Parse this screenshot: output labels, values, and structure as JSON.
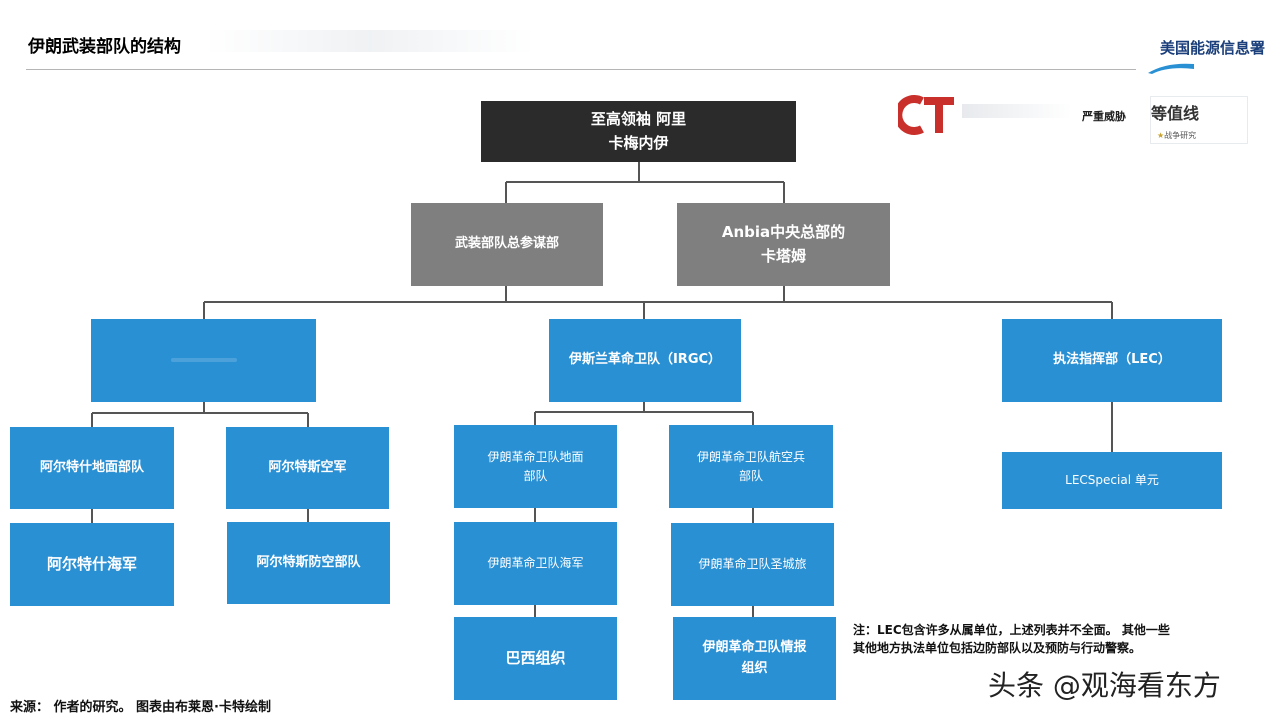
{
  "header": {
    "title": "伊朗武装部队的结构"
  },
  "logos": {
    "eia_name": "美国能源信息署",
    "ct_text": "CT",
    "threat_label": "严重威胁",
    "isoline_label": "等值线",
    "war_study": "战争研究"
  },
  "org_chart": {
    "leader": {
      "line1": "至高领袖 阿里",
      "line2": "卡梅内伊"
    },
    "general_staff": "武装部队总参谋部",
    "anbia": {
      "line1": "Anbia中央总部的",
      "line2": "卡塔姆"
    },
    "artesh": "",
    "artesh_ground": "阿尔特什地面部队",
    "artesh_air": "阿尔特斯空军",
    "artesh_navy": "阿尔特什海军",
    "artesh_air_defense": "阿尔特斯防空部队",
    "irgc": "伊斯兰革命卫队（IRGC）",
    "irgc_ground": {
      "line1": "伊朗革命卫队地面",
      "line2": "部队"
    },
    "irgc_aerospace": {
      "line1": "伊朗革命卫队航空兵",
      "line2": "部队"
    },
    "irgc_navy": "伊朗革命卫队海军",
    "irgc_quds": "伊朗革命卫队圣城旅",
    "basij": "巴西组织",
    "irgc_intel": {
      "line1": "伊朗革命卫队情报",
      "line2": "组织"
    },
    "lec": "执法指挥部（LEC）",
    "lec_special": "LECSpecial 单元"
  },
  "colors": {
    "leader_box": "#2b2b2b",
    "staff_box": "#7f7f7f",
    "unit_box": "#2a90d4",
    "connector": "#555555"
  },
  "note": {
    "line1": "注：LEC包含许多从属单位，上述列表并不全面。 其他一些",
    "line2": "其他地方执法单位包括边防部队以及预防与行动警察。"
  },
  "footer": {
    "source": "来源： 作者的研究。 图表由布莱恩·卡特绘制",
    "watermark": "头条 @观海看东方"
  }
}
